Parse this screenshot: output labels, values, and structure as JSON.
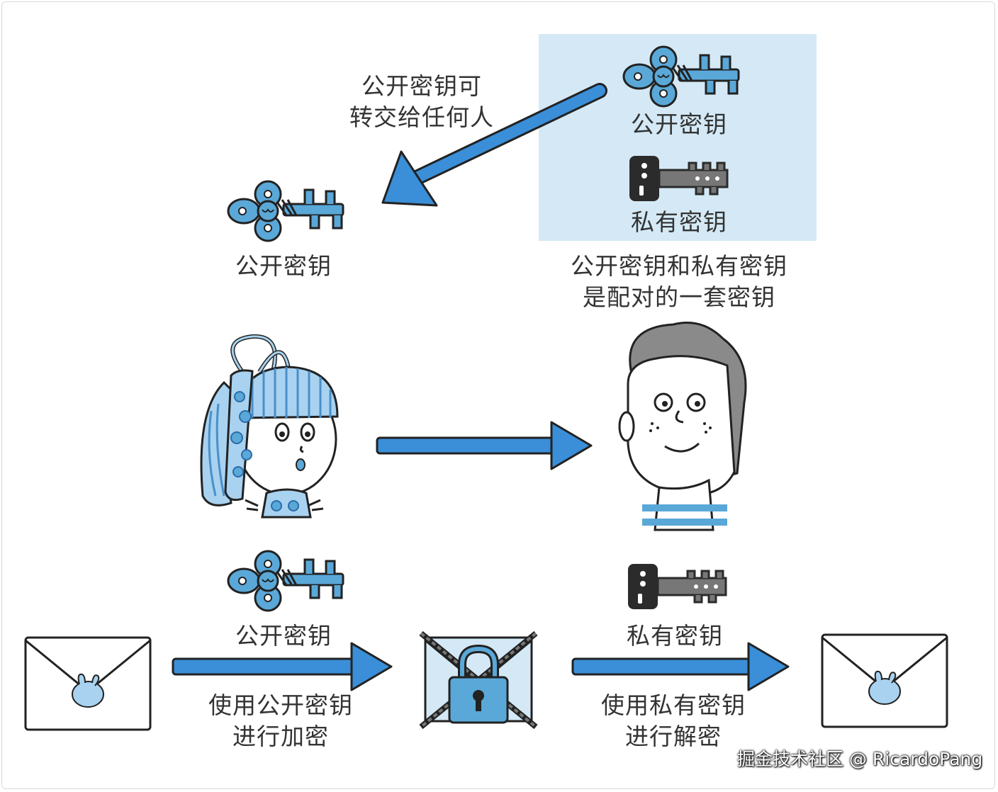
{
  "colors": {
    "blue": "#3a8fd8",
    "light_blue": "#d4e9f5",
    "key_blue": "#5aa8d8",
    "dark": "#333333"
  },
  "labels": {
    "box_public": "公开密钥",
    "box_private": "私有密钥",
    "transfer_line1": "公开密钥可",
    "transfer_line2": "转交给任何人",
    "left_public": "公开密钥",
    "pair_line1": "公开密钥和私有密钥",
    "pair_line2": "是配对的一套密钥",
    "bottom_public": "公开密钥",
    "bottom_private": "私有密钥",
    "encrypt_line1": "使用公开密钥",
    "encrypt_line2": "进行加密",
    "decrypt_line1": "使用私有密钥",
    "decrypt_line2": "进行解密"
  },
  "watermark": "掘金技术社区 @ RicardoPang",
  "icons": [
    "public-key-icon",
    "private-key-icon",
    "envelope-icon",
    "locked-envelope-icon",
    "padlock-icon",
    "arrow-icon",
    "girl-illustration",
    "boy-illustration"
  ]
}
